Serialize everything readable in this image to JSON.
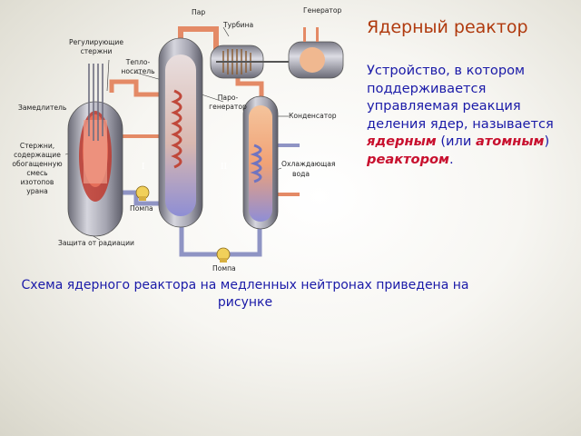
{
  "slide": {
    "title": "Ядерный реактор",
    "definition": {
      "part1": "Устройство, в котором поддерживается управляемая реакция деления ядер, называется ",
      "term1": "ядерным",
      "part2": " (или ",
      "term2": "атомным",
      "part3": ") ",
      "term3": "реактором",
      "part4": "."
    },
    "caption": "Схема ядерного реактора на медленных нейтронах приведена на рисунке"
  },
  "diagram": {
    "labels": {
      "steam": "Пар",
      "generator": "Генератор",
      "turbine": "Турбина",
      "control_rods_1": "Регулирующие",
      "control_rods_2": "стержни",
      "coolant_1": "Тепло-",
      "coolant_2": "носитель",
      "moderator": "Замедлитель",
      "steam_gen_1": "Паро-",
      "steam_gen_2": "генератор",
      "condenser": "Конденсатор",
      "fuel_1": "Стержни,",
      "fuel_2": "содержащие",
      "fuel_3": "обогащенную",
      "fuel_4": "смесь",
      "fuel_5": "изотопов",
      "fuel_6": "урана",
      "cooling_water_1": "Охлаждающая",
      "cooling_water_2": "вода",
      "loop_1": "I",
      "loop_2": "II",
      "pump_1": "Помпа",
      "pump_2": "Помпа",
      "radiation_shield": "Защита от радиации"
    }
  },
  "colors": {
    "title": "#b03a0e",
    "text": "#1a1aa8",
    "highlight": "#c8102e",
    "pipe_hot": "#e48a66",
    "pipe_cold": "#8f94c4",
    "vessel": "#9a9aa6"
  }
}
